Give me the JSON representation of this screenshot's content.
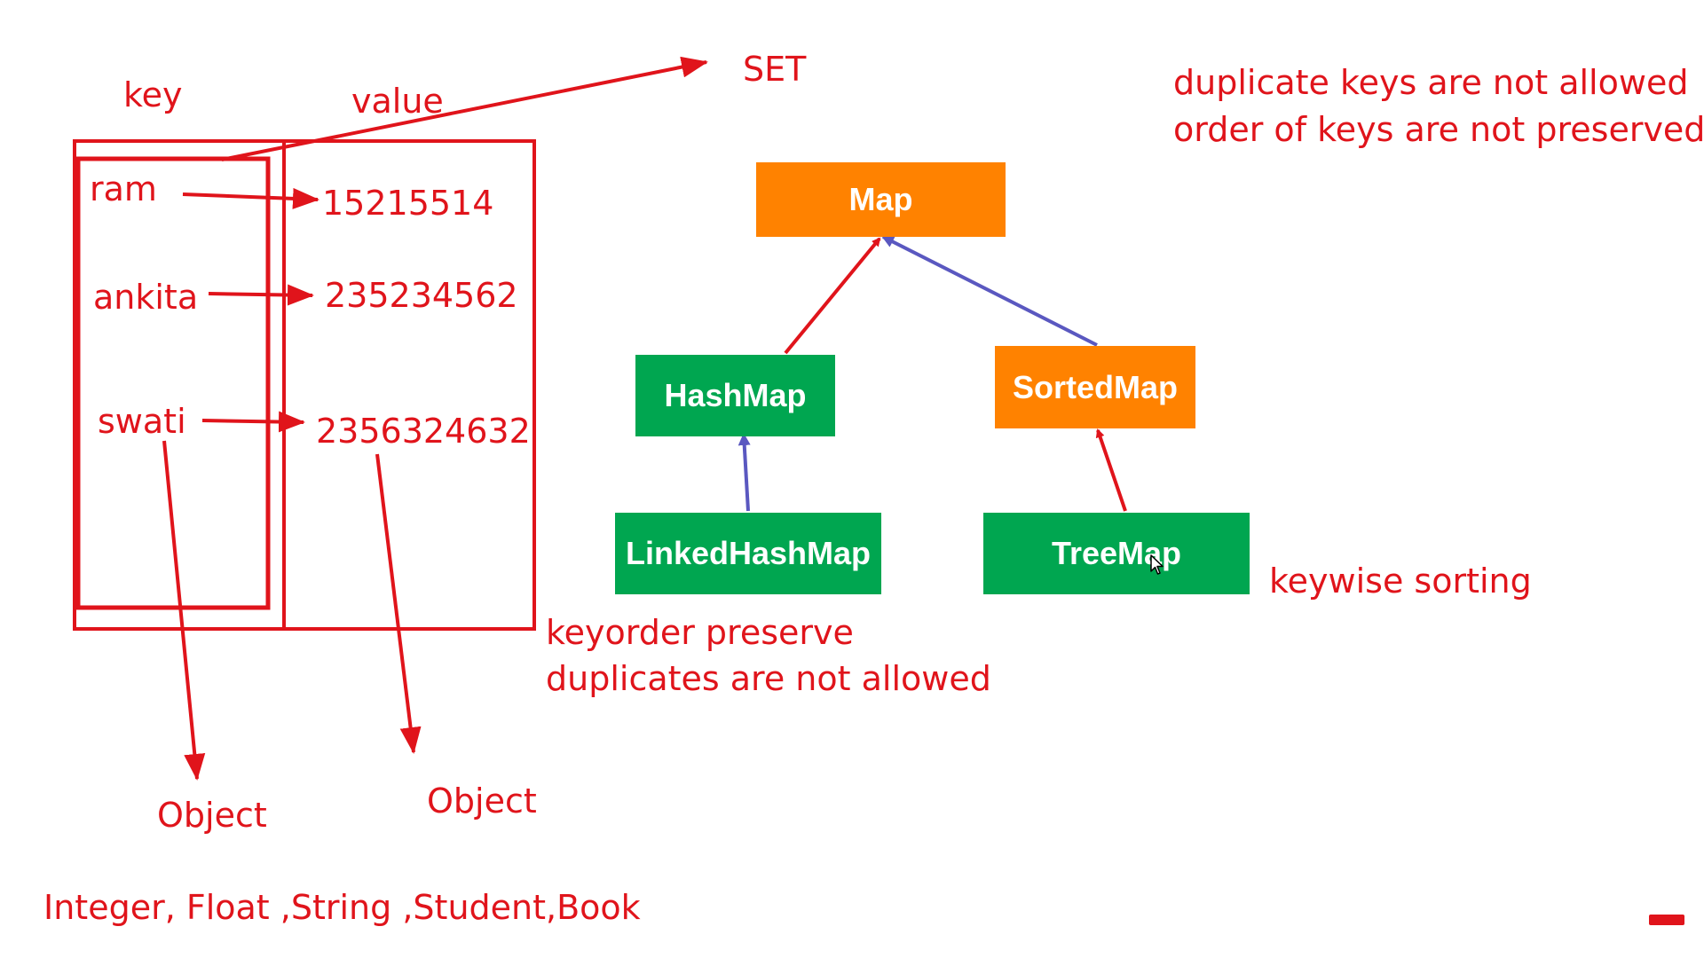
{
  "colors": {
    "annotation": "#e0141b",
    "orange_node": "#ff8200",
    "green_node": "#00a650",
    "blue_arrow": "#5a58c0",
    "background": "#ffffff"
  },
  "sketch": {
    "key_label": "key",
    "value_label": "value",
    "set_label": "SET",
    "keys": [
      "ram",
      "ankita",
      "swati"
    ],
    "values": [
      "15215514",
      "235234562",
      "2356324632"
    ],
    "key_type": "Object",
    "value_type": "Object",
    "examples": "Integer, Float ,String ,Student,Book"
  },
  "notes": {
    "map_line1": "duplicate keys are not allowed",
    "map_line2": "order of keys are not preserved",
    "linked_line1": "keyorder preserve",
    "linked_line2": "duplicates are not allowed",
    "tree_note": "keywise sorting"
  },
  "hierarchy": {
    "nodes": {
      "map": "Map",
      "hashmap": "HashMap",
      "sortedmap": "SortedMap",
      "linkedhashmap": "LinkedHashMap",
      "treemap": "TreeMap"
    }
  },
  "icons": {
    "cursor": "mouse-pointer-icon",
    "badge": "subscribe-badge-icon"
  }
}
